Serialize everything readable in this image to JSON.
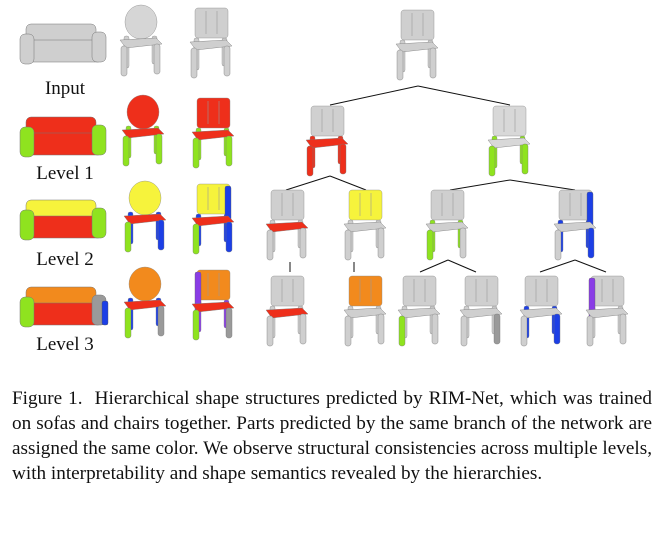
{
  "figure": {
    "row_labels": [
      "Input",
      "Level 1",
      "Level 2",
      "Level 3"
    ],
    "colors": {
      "gray": "#cfcfcf",
      "gray_dark": "#a9a9a9",
      "red": "#ee2f1b",
      "green": "#8fe31f",
      "yellow": "#f6f33c",
      "blue": "#1c3fe6",
      "orange": "#f28a1d",
      "purple": "#8a3de6",
      "mid_gray": "#9a9a9a"
    }
  },
  "caption": {
    "lead": "Figure 1.",
    "text": "Hierarchical shape structures predicted by RIM-Net, which was trained on sofas and chairs together. Parts predicted by the same branch of the network are assigned the same color. We observe structural consistencies across multiple levels, with interpretability and shape semantics revealed by the hierarchies."
  }
}
